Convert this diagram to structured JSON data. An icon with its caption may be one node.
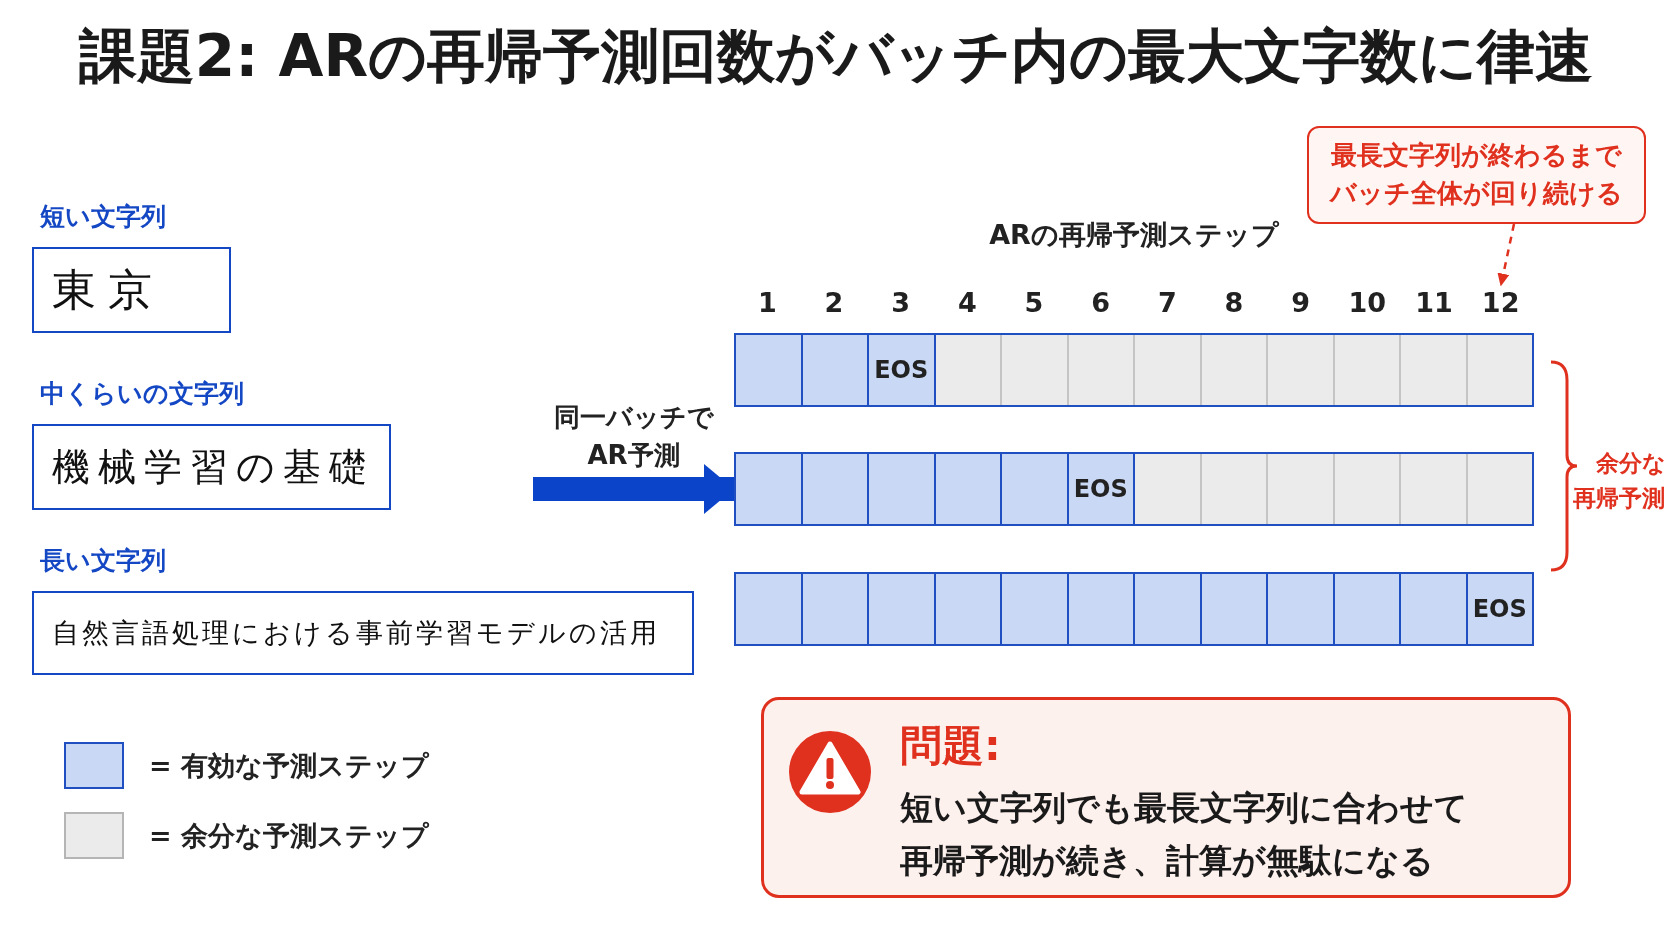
{
  "diagram": {
    "title": "課題2: ARの再帰予測回数がバッチ内の最大文字数に律速",
    "nodes": [
      {
        "text": [
          "短い文字列",
          "東京"
        ]
      },
      {
        "text": [
          "中くらいの文字列",
          "機械学習の基礎"
        ]
      },
      {
        "text": [
          "長い文字列",
          "自然言語処理における事前学習モデルの活用"
        ]
      },
      {
        "text": [
          "EOS"
        ]
      },
      {
        "text": [
          "EOS"
        ]
      },
      {
        "text": [
          "EOS"
        ]
      },
      {
        "text": [
          "最長文字列が終わるまでバッチ全体が回り続ける"
        ]
      },
      {
        "text": [
          "問題:",
          "短い文字列でも最長文字列に合わせて再帰予測が続き、計算が無駄になる"
        ]
      },
      {
        "text": [
          "12"
        ]
      }
    ],
    "edges": [
      {
        "from": null,
        "to": 4,
        "arrow": "to",
        "label": "同一バッチでAR予測",
        "style": "thick",
        "color": "#0b44c8"
      },
      {
        "from": 6,
        "to": 8,
        "arrow": "to",
        "style": "dashed",
        "color": "#e0301e"
      }
    ],
    "labels": [
      "ARの再帰予測ステップ",
      "1",
      "2",
      "3",
      "4",
      "5",
      "6",
      "7",
      "8",
      "9",
      "10",
      "11",
      "余分な再帰予測"
    ],
    "legend": [
      {
        "text": "= 有効な予測ステップ",
        "color": "#c9d8f5"
      },
      {
        "text": "= 余分な予測ステップ",
        "color": "#ebebeb"
      }
    ]
  }
}
